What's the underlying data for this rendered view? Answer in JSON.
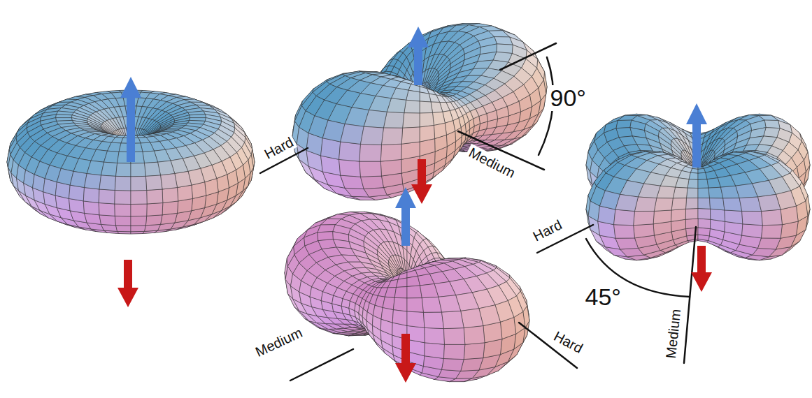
{
  "diagram": {
    "labels": [
      "Hard",
      "90°",
      "Medium",
      "Medium",
      "Hard",
      "45°",
      "Medium",
      "Hard"
    ]
  }
}
